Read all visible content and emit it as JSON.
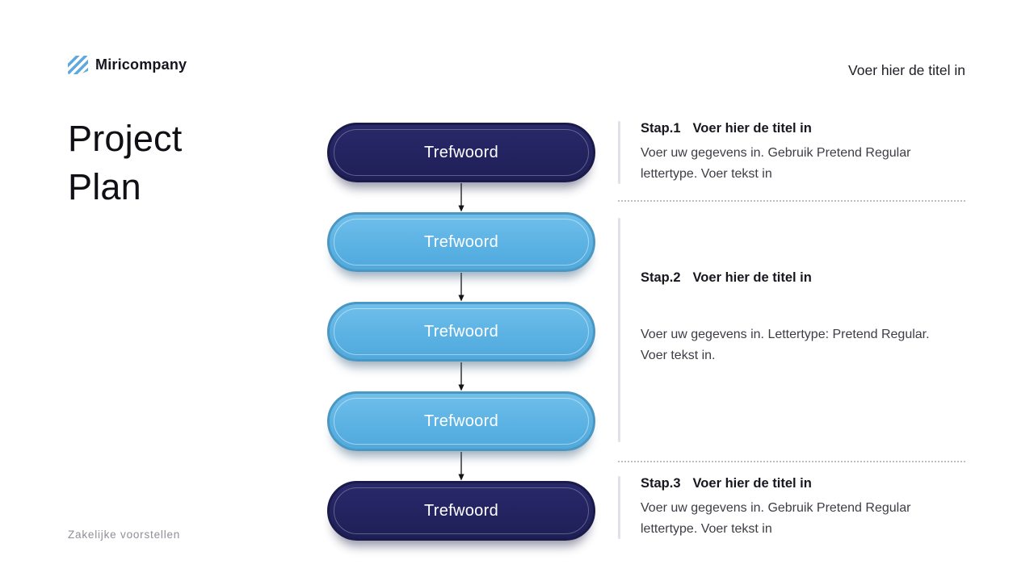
{
  "brand": {
    "name": "Miricompany"
  },
  "header": {
    "title": "Voer hier de titel in"
  },
  "slide": {
    "title_line1": "Project",
    "title_line2": "Plan",
    "footer": "Zakelijke voorstellen"
  },
  "flow": {
    "connector": "arrow-down",
    "nodes": [
      {
        "label": "Trefwoord",
        "variant": "dark"
      },
      {
        "label": "Trefwoord",
        "variant": "light"
      },
      {
        "label": "Trefwoord",
        "variant": "light"
      },
      {
        "label": "Trefwoord",
        "variant": "light"
      },
      {
        "label": "Trefwoord",
        "variant": "dark"
      }
    ]
  },
  "steps": [
    {
      "label": "Stap.1",
      "title": "Voer hier de titel in",
      "body": "Voer uw gegevens in. Gebruik Pretend Regular lettertype. Voer tekst in"
    },
    {
      "label": "Stap.2",
      "title": "Voer hier de titel in",
      "body": "Voer uw gegevens in. Lettertype: Pretend Regular. Voer tekst in."
    },
    {
      "label": "Stap.3",
      "title": "Voer hier de titel in",
      "body": "Voer uw gegevens in. Gebruik Pretend Regular lettertype. Voer tekst in"
    }
  ],
  "colors": {
    "navy": "#242462",
    "sky": "#5cb2e2",
    "logo_blue": "#5fa9dd",
    "text_dark": "#17171f",
    "text_body": "#3d3d45",
    "muted": "#8f8f98"
  }
}
